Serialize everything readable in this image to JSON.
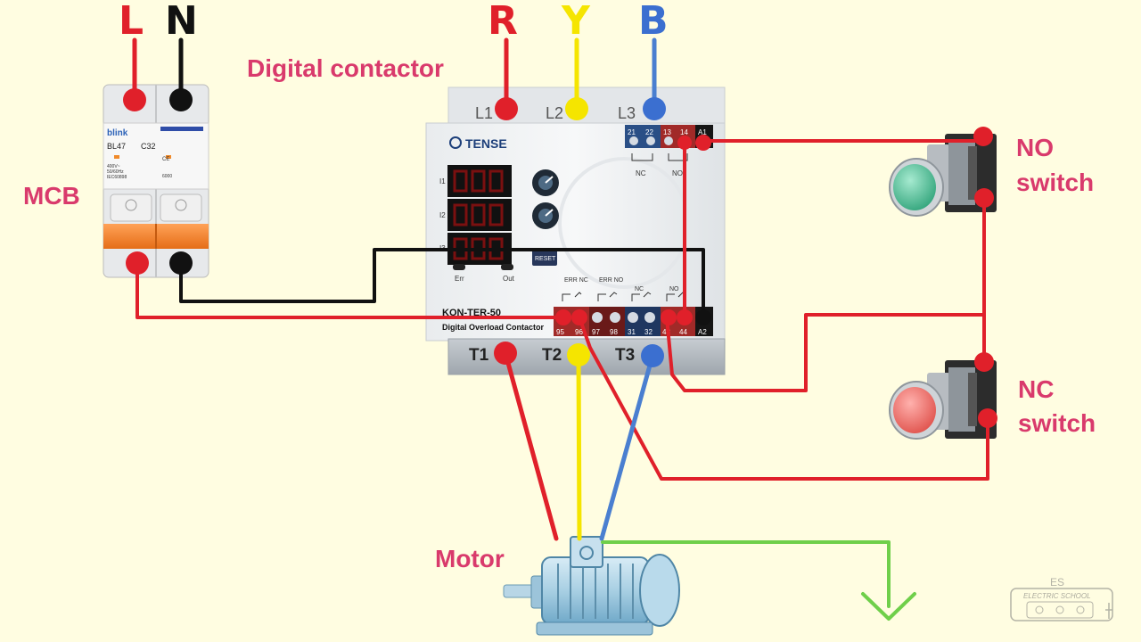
{
  "phase_labels": {
    "L": "L",
    "N": "N",
    "R": "R",
    "Y": "Y",
    "B": "B"
  },
  "component_labels": {
    "contactor": "Digital contactor",
    "mcb": "MCB",
    "no_switch_line1": "NO",
    "no_switch_line2": "switch",
    "nc_switch_line1": "NC",
    "nc_switch_line2": "switch",
    "motor": "Motor"
  },
  "contactor": {
    "brand": "TENSE",
    "model": "KON-TER-50",
    "subtitle": "Digital Overload Contactor",
    "reset_label": "RESET",
    "display_labels": [
      "I1",
      "I2",
      "I3"
    ],
    "err_label": "Err",
    "out_label": "Out",
    "terminals_top_in": [
      "L1",
      "L2",
      "L3"
    ],
    "terminals_bottom_out": [
      "T1",
      "T2",
      "T3"
    ],
    "top_relay_terminals": [
      "21",
      "22",
      "13",
      "14",
      "A1"
    ],
    "top_relay_groups": [
      "NC",
      "NO"
    ],
    "bottom_relay_terminals": [
      "95",
      "96",
      "97",
      "98",
      "31",
      "32",
      "43",
      "44",
      "A2"
    ],
    "bottom_relay_groups": [
      "ERR NC",
      "ERR NO",
      "NC",
      "NO"
    ]
  },
  "mcb": {
    "brand": "blink",
    "rating_left": "BL47",
    "rating_right": "C32",
    "spec_lines": [
      "400V~",
      "50/60Hz",
      "IEC60898"
    ],
    "ce": "CE",
    "cap": "6000"
  },
  "watermark": {
    "text": "ELECTRIC SCHOOL",
    "logo": "ES"
  },
  "colors": {
    "background": "#fffde1",
    "phase_red": "#e0202a",
    "phase_yellow": "#f5e500",
    "phase_blue": "#4a7fd0",
    "neutral_black": "#111111",
    "earth_green": "#6fcf4a",
    "label_pink": "#d93a6c"
  }
}
